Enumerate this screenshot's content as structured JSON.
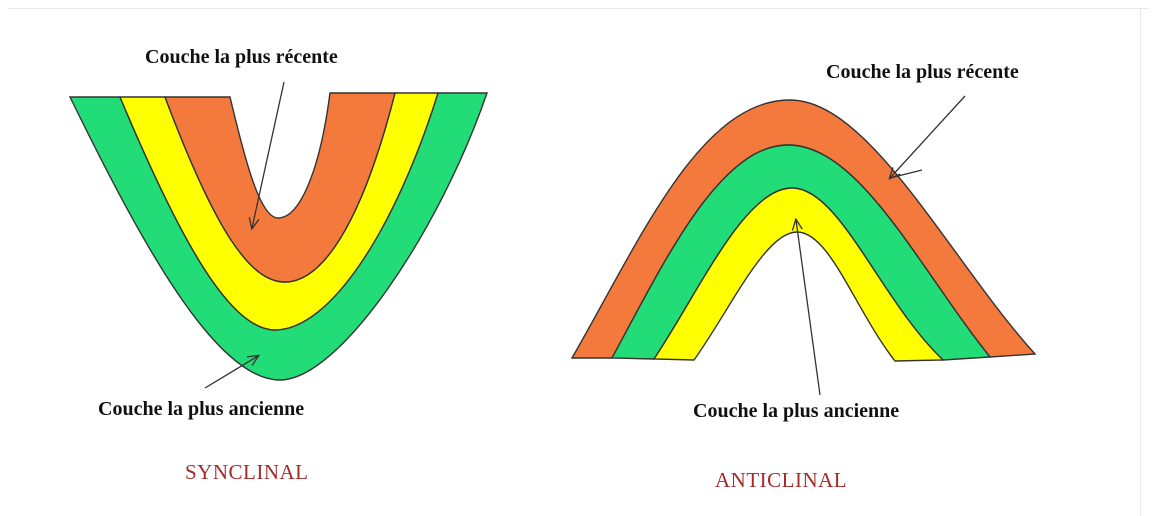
{
  "syncline": {
    "label_recent": "Couche la plus récente",
    "label_oldest": "Couche la plus ancienne",
    "title": "SYNCLINAL"
  },
  "anticline": {
    "label_recent": "Couche la plus récente",
    "label_oldest": "Couche la plus ancienne",
    "title": "ANTICLINAL"
  },
  "colors": {
    "green": "#22dd77",
    "yellow": "#ffff00",
    "orange": "#f37a3c",
    "title": "#a52a2a",
    "outline": "#333333",
    "text": "#111111"
  }
}
